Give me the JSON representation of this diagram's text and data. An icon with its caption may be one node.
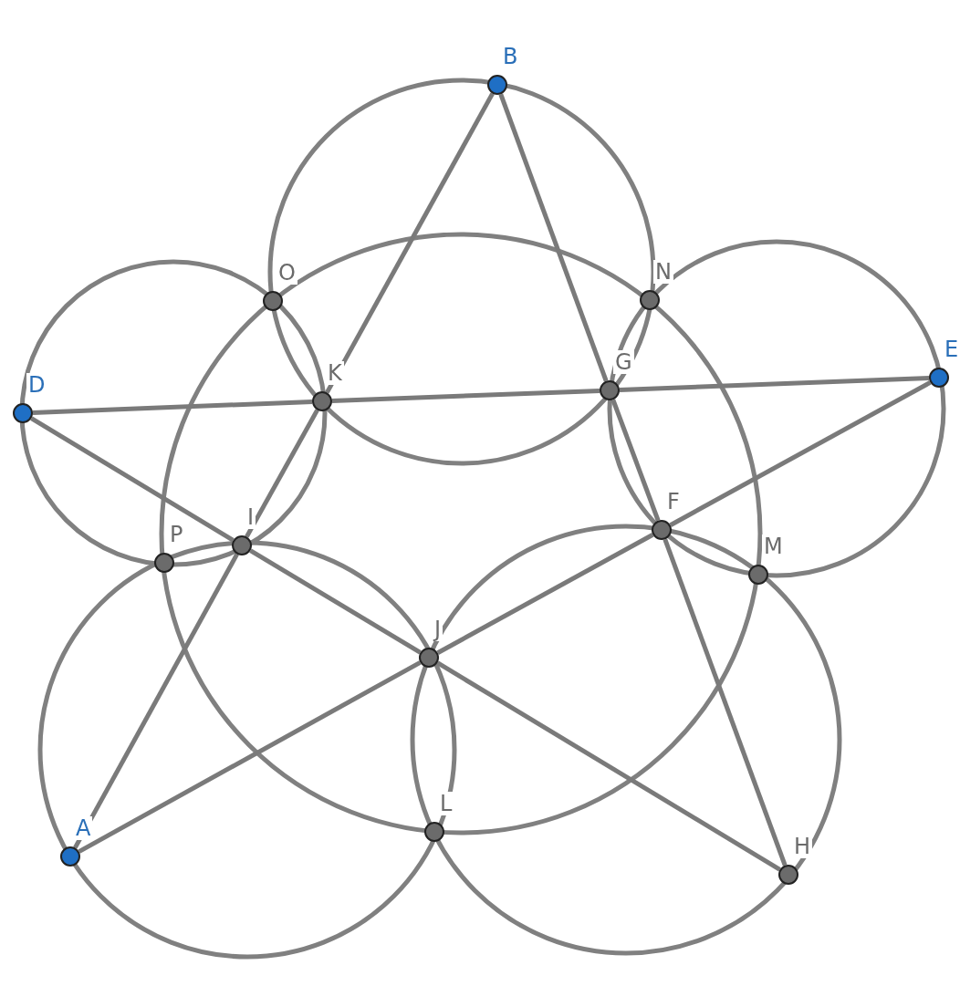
{
  "diagram": {
    "nodes": [
      {
        "text": [
          "B"
        ]
      },
      {
        "text": [
          "O"
        ]
      },
      {
        "text": [
          "N"
        ]
      },
      {
        "text": [
          "D"
        ]
      },
      {
        "text": [
          "K"
        ]
      },
      {
        "text": [
          "G"
        ]
      },
      {
        "text": [
          "E"
        ]
      },
      {
        "text": [
          "P"
        ]
      },
      {
        "text": [
          "I"
        ]
      },
      {
        "text": [
          "F"
        ]
      },
      {
        "text": [
          "M"
        ]
      },
      {
        "text": [
          "J"
        ]
      },
      {
        "text": [
          "L"
        ]
      },
      {
        "text": [
          "A"
        ]
      },
      {
        "text": [
          "H"
        ]
      }
    ],
    "edges": [
      {
        "from": 0,
        "to": 4,
        "arrow": "none"
      },
      {
        "from": 4,
        "to": 8,
        "arrow": "none"
      },
      {
        "from": 8,
        "to": 13,
        "arrow": "none"
      },
      {
        "from": 0,
        "to": 5,
        "arrow": "none"
      },
      {
        "from": 5,
        "to": 9,
        "arrow": "none"
      },
      {
        "from": 9,
        "to": 14,
        "arrow": "none"
      },
      {
        "from": 3,
        "to": 4,
        "arrow": "none"
      },
      {
        "from": 4,
        "to": 5,
        "arrow": "none"
      },
      {
        "from": 5,
        "to": 6,
        "arrow": "none"
      },
      {
        "from": 3,
        "to": 8,
        "arrow": "none"
      },
      {
        "from": 8,
        "to": 11,
        "arrow": "none"
      },
      {
        "from": 11,
        "to": 14,
        "arrow": "none"
      },
      {
        "from": 13,
        "to": 11,
        "arrow": "none"
      },
      {
        "from": 11,
        "to": 9,
        "arrow": "none"
      },
      {
        "from": 9,
        "to": 6,
        "arrow": "none"
      }
    ]
  }
}
